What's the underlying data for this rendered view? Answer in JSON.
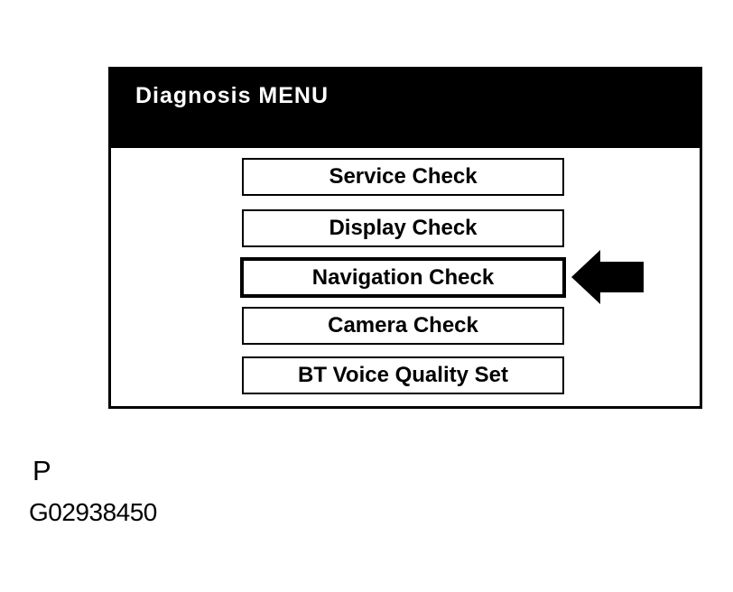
{
  "colors": {
    "background": "#ffffff",
    "header_bg": "#000000",
    "header_text": "#ffffff",
    "button_bg": "#ffffff",
    "button_border": "#000000",
    "button_text": "#000000",
    "arrow_fill": "#000000"
  },
  "header": {
    "title": "Diagnosis MENU"
  },
  "menu": {
    "items": [
      {
        "label": "Service Check",
        "selected": false
      },
      {
        "label": "Display Check",
        "selected": false
      },
      {
        "label": "Navigation Check",
        "selected": true
      },
      {
        "label": "Camera Check",
        "selected": false
      },
      {
        "label": "BT Voice Quality Set",
        "selected": false
      }
    ]
  },
  "annotations": {
    "page_letter": "P",
    "figure_number": "G02938450"
  }
}
